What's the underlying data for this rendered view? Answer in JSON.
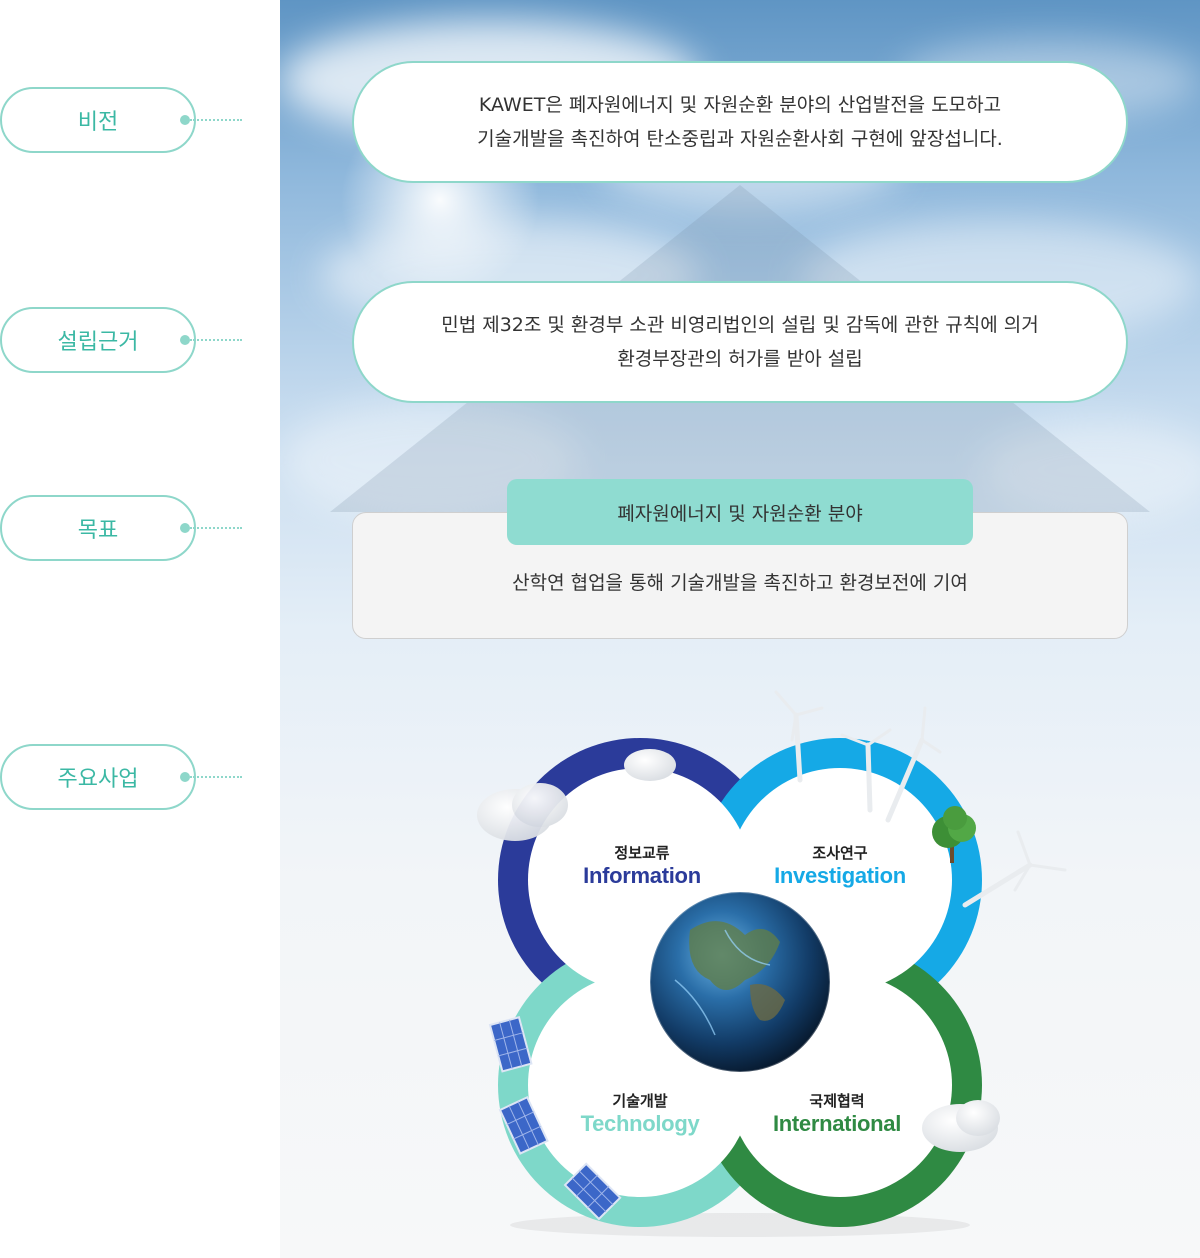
{
  "sidebar": {
    "items": [
      {
        "label": "비전"
      },
      {
        "label": "설립근거"
      },
      {
        "label": "목표"
      },
      {
        "label": "주요사업"
      }
    ]
  },
  "vision": {
    "line1": "KAWET은 폐자원에너지 및 자원순환 분야의 산업발전을 도모하고",
    "line2": "기술개발을 촉진하여 탄소중립과 자원순환사회 구현에 앞장섭니다."
  },
  "basis": {
    "line1": "민법 제32조 및 환경부 소관 비영리법인의 설립 및 감독에 관한 규칙에 의거",
    "line2": "환경부장관의 허가를 받아 설립"
  },
  "goal": {
    "heading": "폐자원에너지 및 자원순환 분야",
    "text": "산학연 협업을 통해 기술개발을 촉진하고 환경보전에 기여"
  },
  "business": {
    "items": [
      {
        "ko": "정보교류",
        "en": "Information",
        "color": "#2b3b9a"
      },
      {
        "ko": "조사연구",
        "en": "Investigation",
        "color": "#15a9e6"
      },
      {
        "ko": "기술개발",
        "en": "Technology",
        "color": "#7ed8c9"
      },
      {
        "ko": "국제협력",
        "en": "International",
        "color": "#2f8a43"
      }
    ]
  },
  "colors": {
    "accent": "#8ed7ca",
    "accent_text": "#3bb8a4",
    "goal_header": "#8fdcd1"
  }
}
